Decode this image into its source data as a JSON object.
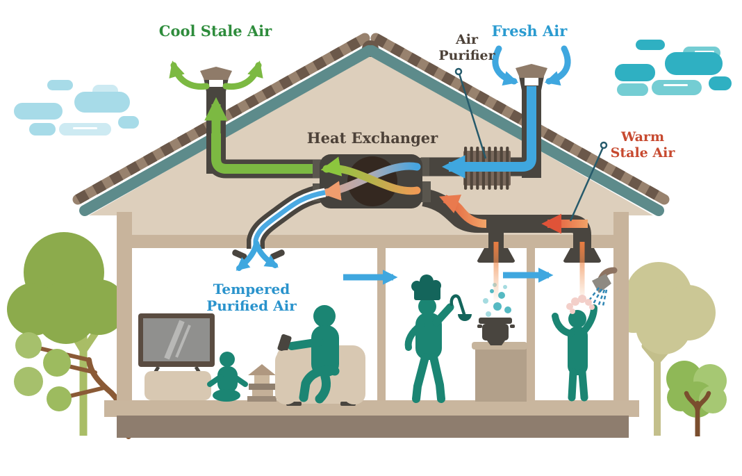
{
  "title": "Heat recovery home ventilation diagram",
  "labels": {
    "cool_stale_air": {
      "text": "Cool Stale Air",
      "color": "#2e8c3c"
    },
    "fresh_air": {
      "text": "Fresh Air",
      "color": "#2a9bd0"
    },
    "air_purifier": {
      "line1": "Air",
      "line2": "Purifier",
      "color": "#4c4138"
    },
    "heat_exchanger": {
      "text": "Heat Exchanger",
      "color": "#4c4138"
    },
    "warm_stale_air": {
      "line1": "Warm",
      "line2": "Stale Air",
      "color": "#c7492f"
    },
    "tempered_purified_air": {
      "line1": "Tempered",
      "line2": "Purified Air",
      "color": "#2a93cc"
    }
  },
  "elements": [
    "cloud-left",
    "cloud-right",
    "tree-large-left",
    "tree-small-left",
    "tree-large-right",
    "tree-small-right",
    "house",
    "roof",
    "exhaust-chimney",
    "intake-chimney",
    "heat-exchanger-unit",
    "air-purifier-unit",
    "warm-stale-duct",
    "tempered-air-duct",
    "ceiling-diffuser",
    "extract-funnel-kitchen",
    "extract-funnel-bathroom",
    "tv",
    "tv-cabinet",
    "child-playing",
    "adult-on-armchair",
    "armchair",
    "toy-blocks",
    "chef-cooking",
    "cooking-pot",
    "stove-counter",
    "person-showering",
    "shower-head"
  ],
  "palette": {
    "label-green": "#2e8c3c",
    "label-blue": "#2a9bd0",
    "label-blue2": "#2a93cc",
    "label-dark": "#4c4138",
    "label-red": "#c7492f",
    "duct": "#49453f",
    "person": "#1b8573",
    "person-dark": "#14655b",
    "green-flow": "#7cb942",
    "lime": "#8cc63e",
    "blue-flow": "#3fa7df",
    "warm-red": "#e05338",
    "salmon": "#f09d6e",
    "wall": "#c8b49c",
    "gable": "#ddcfbc",
    "roof-teal": "#5d8b8b",
    "roof-tile-dark": "#6b584a",
    "roof-tile-light": "#98826e",
    "foundation": "#8e7d6e",
    "floor": "#c9b69e",
    "cloud-light": "#a7dbe8",
    "cloud-teal": "#2fb0c2",
    "furniture": "#d8c8b2",
    "leader": "#265a6b"
  }
}
